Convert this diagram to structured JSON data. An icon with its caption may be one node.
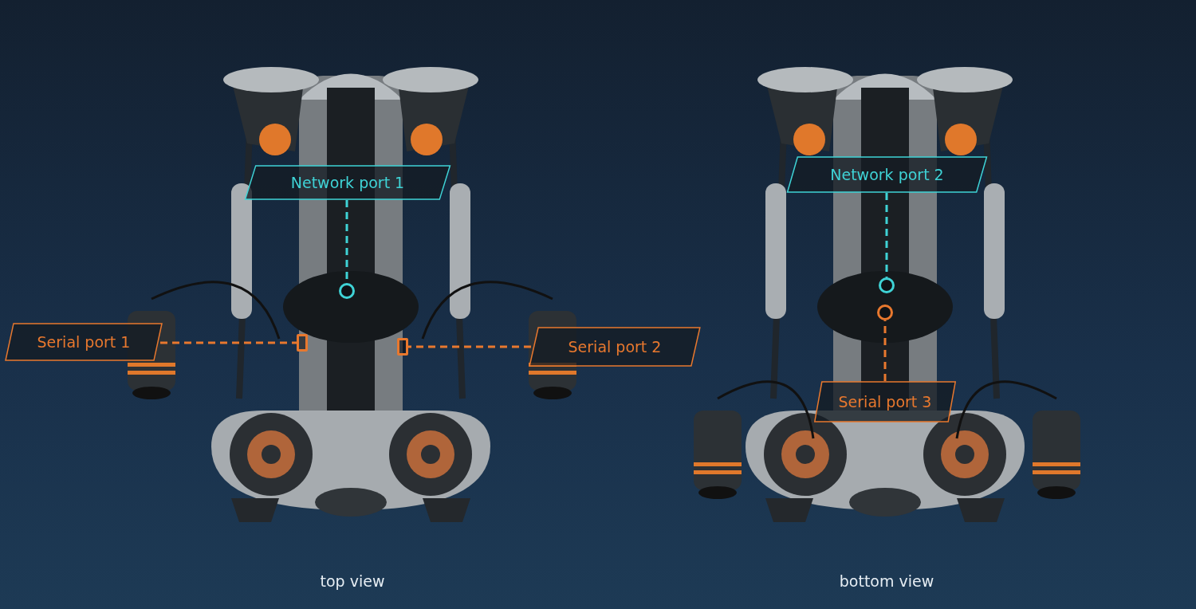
{
  "diagram": {
    "nodes": [
      {
        "text": [
          "Network port 1"
        ]
      },
      {
        "text": [],
        "shape": "circle"
      },
      {
        "text": [
          "Serial port 1"
        ]
      },
      {
        "text": [],
        "shape": "box"
      },
      {
        "text": [
          "Serial port 2"
        ]
      },
      {
        "text": [],
        "shape": "box"
      },
      {
        "text": [
          "Network port 2"
        ]
      },
      {
        "text": [],
        "shape": "circle"
      },
      {
        "text": [
          "Serial port 3"
        ]
      },
      {
        "text": [],
        "shape": "circle"
      }
    ],
    "edges": [
      {
        "from": 0,
        "to": 1,
        "arrow": "none",
        "style": "dashed",
        "color": "#3fd3d6"
      },
      {
        "from": 2,
        "to": 3,
        "arrow": "none",
        "style": "dashed",
        "color": "#e8782e"
      },
      {
        "from": 4,
        "to": 5,
        "arrow": "none",
        "style": "dashed",
        "color": "#e8782e"
      },
      {
        "from": 6,
        "to": 7,
        "arrow": "none",
        "style": "dashed",
        "color": "#3fd3d6"
      },
      {
        "from": 8,
        "to": 9,
        "arrow": "none",
        "style": "dashed",
        "color": "#e8782e"
      }
    ],
    "labels": [
      "top view",
      "bottom view"
    ]
  }
}
